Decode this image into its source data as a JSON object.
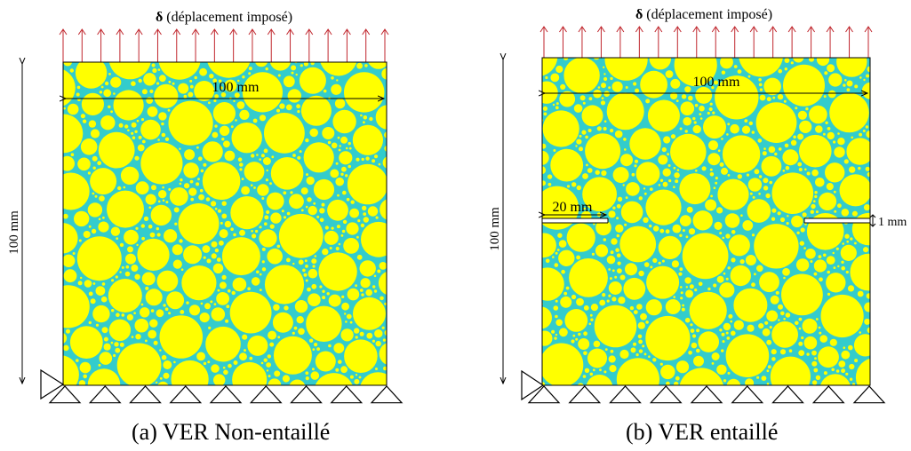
{
  "panel_a": {
    "load_symbol": "δ",
    "load_text": " (déplacement imposé)",
    "width_label": "100 mm",
    "height_label": "100 mm",
    "caption": "(a) VER Non-entaillé"
  },
  "panel_b": {
    "load_symbol": "δ",
    "load_text": " (déplacement imposé)",
    "width_label": "100 mm",
    "height_label": "100 mm",
    "notch_length_label": "20 mm",
    "notch_width_label": "1 mm",
    "caption": "(b) VER entaillé"
  },
  "colors": {
    "aggregate": "#ffff00",
    "matrix": "#33cccc",
    "arrow": "#c0262d",
    "outline": "#000000"
  }
}
